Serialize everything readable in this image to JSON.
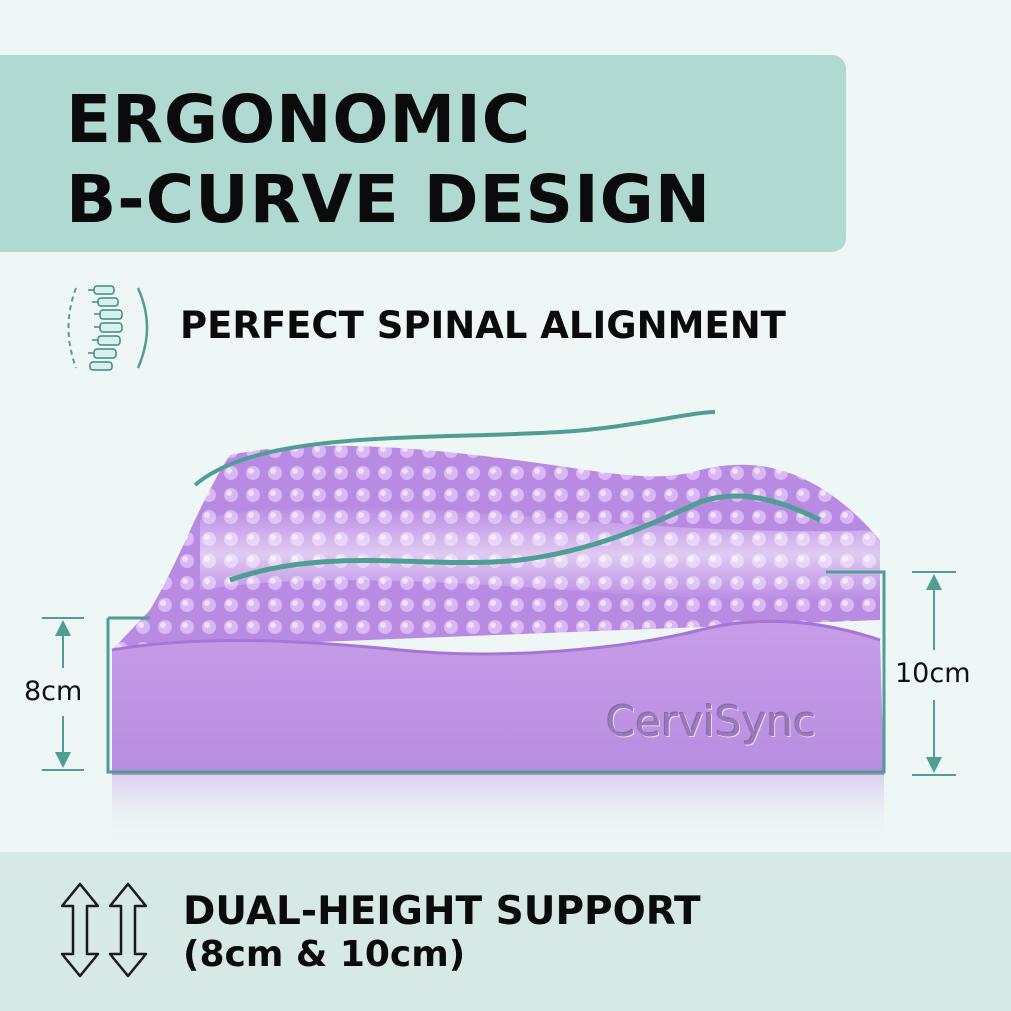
{
  "header": {
    "title_line1": "ERGONOMIC",
    "title_line2": "B-CURVE DESIGN",
    "band_color": "#afd9d1"
  },
  "feature": {
    "icon": "spine-icon",
    "label": "PERFECT SPINAL ALIGNMENT"
  },
  "product": {
    "brand": "CerviSync",
    "pillow_color": "#c59be9",
    "accent_color": "#4f9e93",
    "heights": {
      "low": "8cm",
      "high": "10cm"
    }
  },
  "footer": {
    "icon": "double-arrow-icon",
    "line1": "DUAL-HEIGHT SUPPORT",
    "line2": "(8cm & 10cm)"
  }
}
